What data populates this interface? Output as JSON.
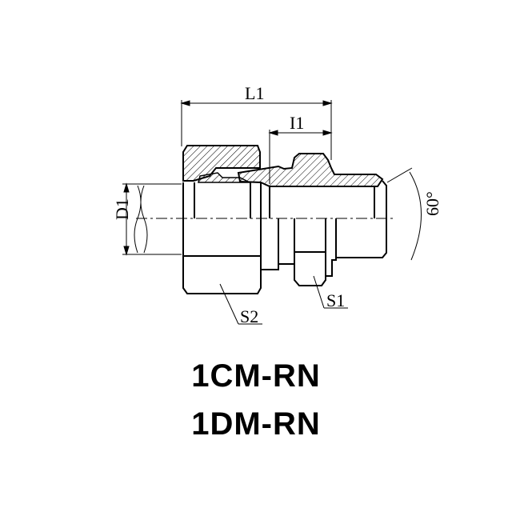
{
  "drawing": {
    "dimensions": {
      "L1": "L1",
      "I1": "I1",
      "D1": "D1",
      "S1": "S1",
      "S2": "S2",
      "angle": "60°"
    }
  },
  "models": [
    "1CM-RN",
    "1DM-RN"
  ]
}
